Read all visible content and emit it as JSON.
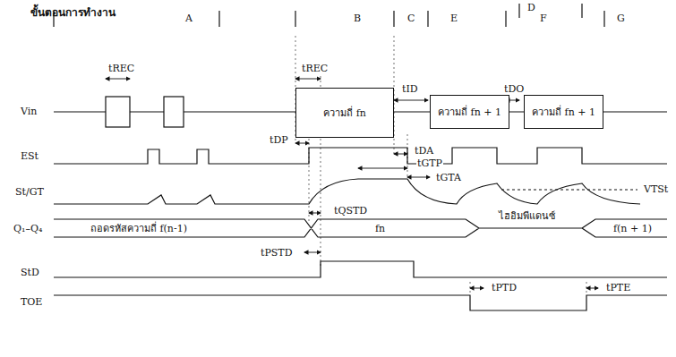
{
  "diagram": {
    "title": "ขั้นตอนการทำงาน",
    "nodes": [
      {
        "text": [
          "ความถี่ fn"
        ]
      },
      {
        "text": [
          "ความถี่ fn + 1"
        ]
      },
      {
        "text": [
          "ความถี่ fn + 1"
        ]
      }
    ],
    "labels": [
      "A",
      "B",
      "C",
      "D",
      "E",
      "F",
      "G",
      "Vin",
      "ESt",
      "St/GT",
      "Q₁–Q₄",
      "StD",
      "TOE",
      "tREC",
      "tREC",
      "tDP",
      "tID",
      "tDO",
      "tDA",
      "tGTP",
      "tGTA",
      "VTSt",
      "ถอดรหัสความถี่ f(n-1)",
      "fn",
      "ไฮอิมพีแดนซ์",
      "f(n + 1)",
      "tQSTD",
      "tPSTD",
      "tPTD",
      "tPTE"
    ]
  }
}
